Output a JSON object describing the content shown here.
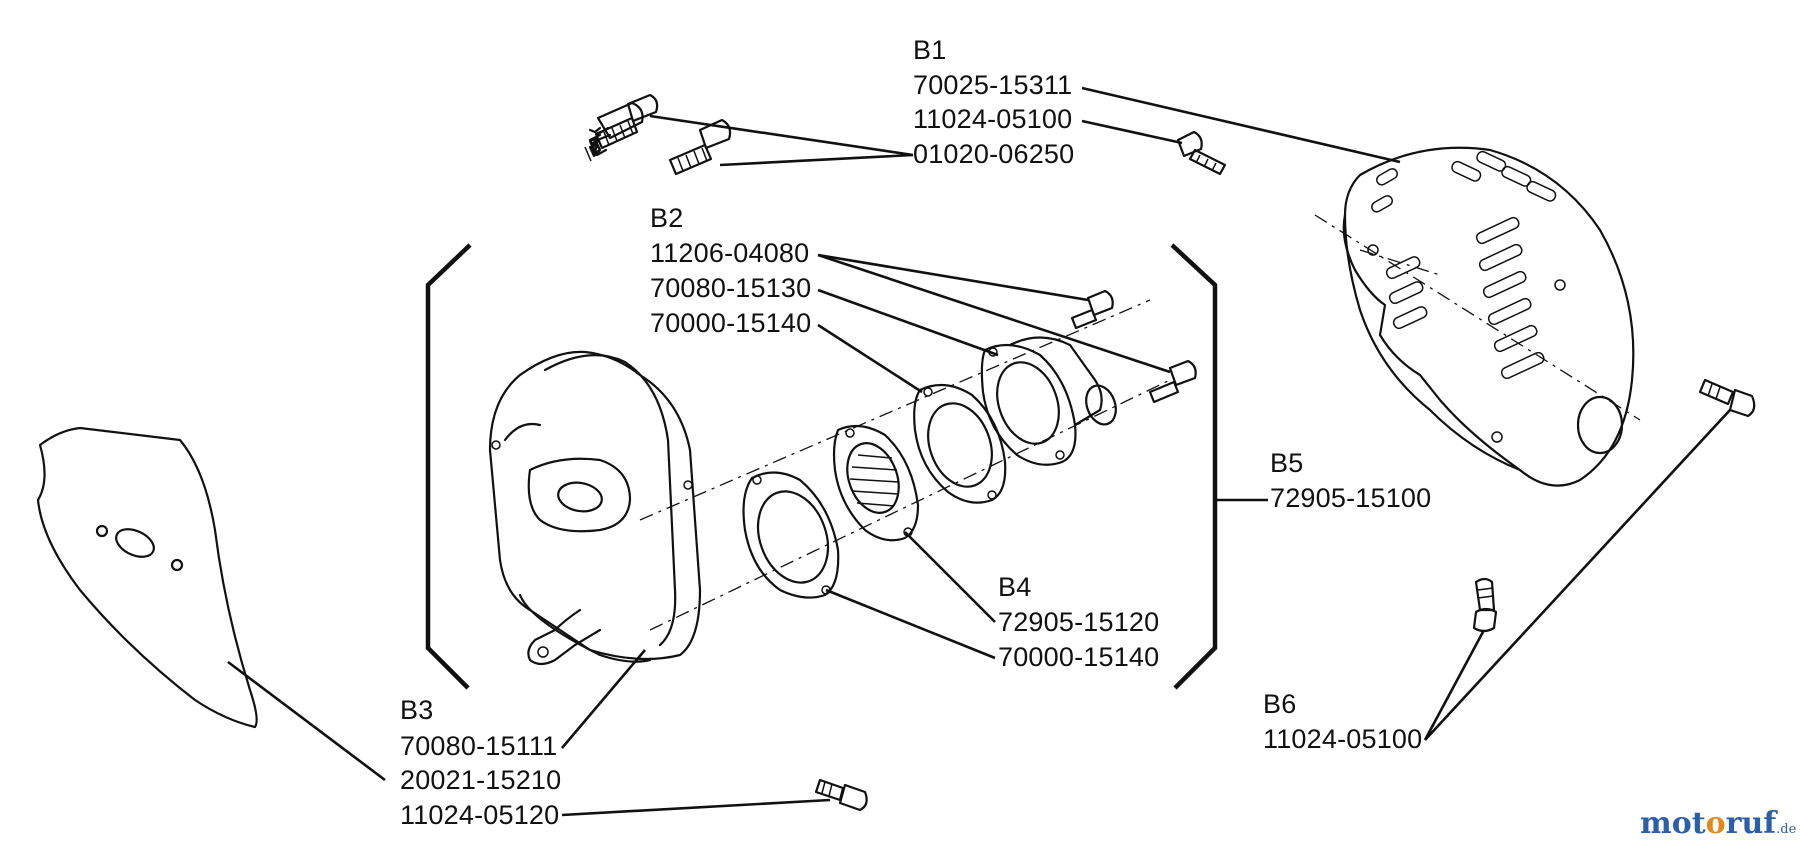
{
  "groups": [
    {
      "id": "B1",
      "parts": [
        "70025-15311",
        "11024-05100",
        "01020-06250"
      ]
    },
    {
      "id": "B2",
      "parts": [
        "11206-04080",
        "70080-15130",
        "70000-15140"
      ]
    },
    {
      "id": "B3",
      "parts": [
        "70080-15111",
        "20021-15210",
        "11024-05120"
      ]
    },
    {
      "id": "B4",
      "parts": [
        "72905-15120",
        "70000-15140"
      ]
    },
    {
      "id": "B5",
      "parts": [
        "72905-15100"
      ]
    },
    {
      "id": "B6",
      "parts": [
        "11024-05100"
      ]
    }
  ],
  "watermark": {
    "brand_a": "mot",
    "brand_o": "o",
    "brand_b": "ruf",
    "tld": ".de",
    "color_primary": "#2b5fa6",
    "color_accent": "#e08a1e"
  }
}
